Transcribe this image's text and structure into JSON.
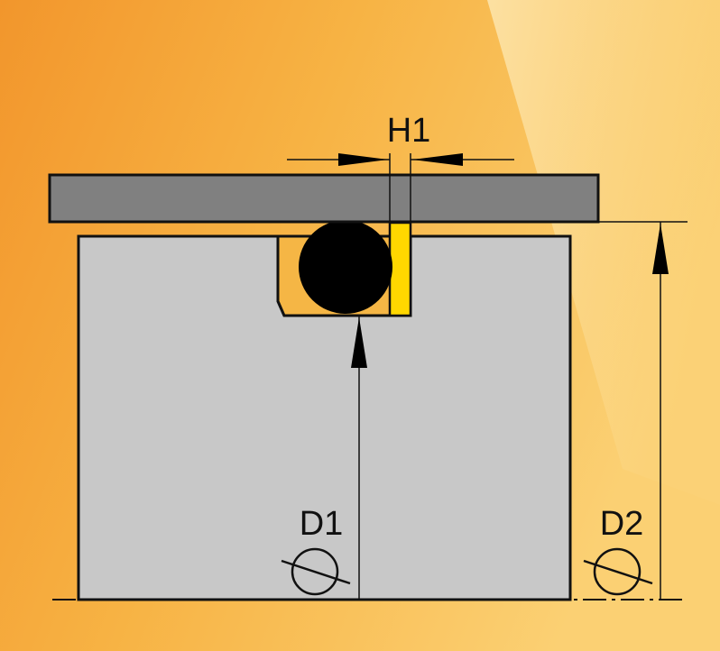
{
  "diagram": {
    "labels": {
      "h1": "H1",
      "d1": "D1",
      "d2": "D2"
    },
    "colors": {
      "background_warm": "#f39a2e",
      "background_light": "#fde7b0",
      "rod": "#808080",
      "housing": "#c8c8c8",
      "groove": "#f5b645",
      "o_ring": "#000000",
      "backup_ring": "#ffd700",
      "outline": "#111111"
    }
  }
}
